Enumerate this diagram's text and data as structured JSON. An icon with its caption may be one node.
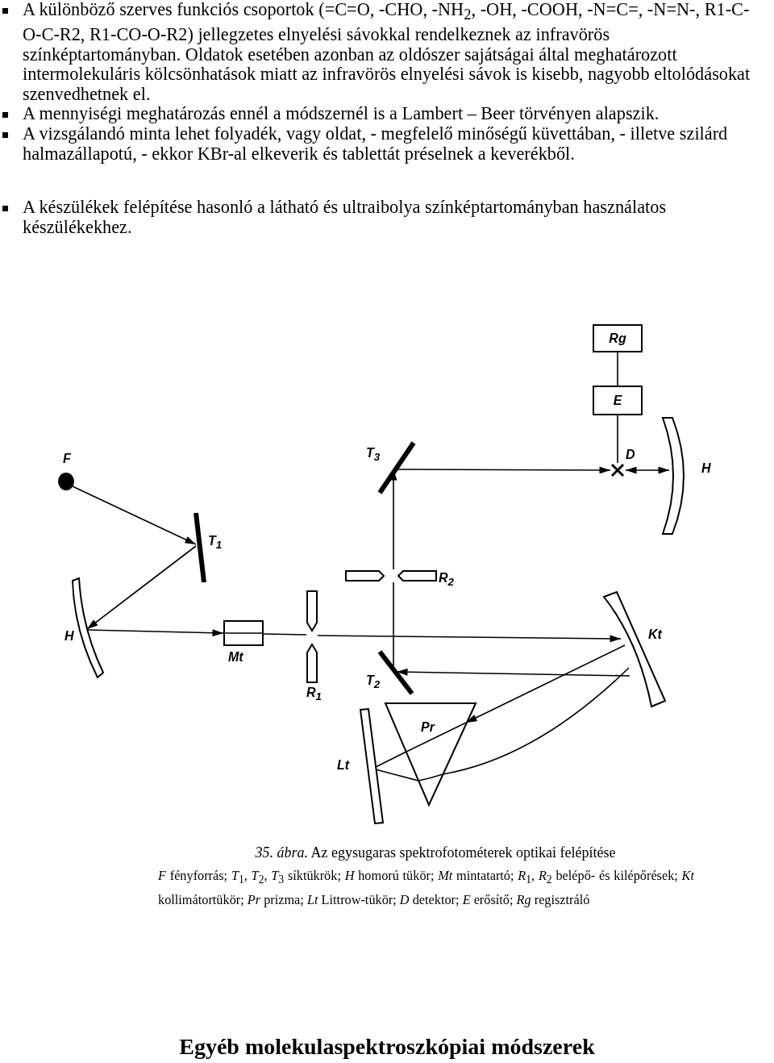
{
  "diagram": {
    "caption": "*35. ábra.* Az egysugaras spektrofotométerek optikai felépítése",
    "nodes": [
      {
        "text": [
          "F"
        ]
      },
      {
        "text": [
          "T$_{1}$"
        ]
      },
      {
        "text": [
          "H"
        ]
      },
      {
        "text": [
          "Mt"
        ]
      },
      {
        "text": [
          "R$_{1}$"
        ]
      },
      {
        "text": [
          "Kt"
        ]
      },
      {
        "text": [
          "Lt"
        ]
      },
      {
        "text": [
          "Pr"
        ]
      },
      {
        "text": [
          "T$_{2}$"
        ]
      },
      {
        "text": [
          "R$_{2}$"
        ]
      },
      {
        "text": [
          "T$_{3}$"
        ]
      },
      {
        "text": [
          "D"
        ]
      },
      {
        "text": [
          "H"
        ]
      },
      {
        "text": [
          "E"
        ]
      },
      {
        "text": [
          "Rg"
        ]
      }
    ],
    "edges": [
      {
        "from": 0,
        "to": 1,
        "arrow": "to"
      },
      {
        "from": 1,
        "to": 2,
        "arrow": "to"
      },
      {
        "from": 2,
        "to": 3,
        "arrow": "to"
      },
      {
        "from": 3,
        "to": 4,
        "arrow": "none"
      },
      {
        "from": 4,
        "to": 5,
        "arrow": "to"
      },
      {
        "from": 5,
        "to": 7,
        "arrow": "to"
      },
      {
        "from": 7,
        "to": 6,
        "arrow": "none"
      },
      {
        "from": 6,
        "to": 7,
        "arrow": "none"
      },
      {
        "from": 7,
        "to": 5,
        "arrow": "none"
      },
      {
        "from": 5,
        "to": 8,
        "arrow": "to"
      },
      {
        "from": 8,
        "to": 9,
        "arrow": "none"
      },
      {
        "from": 9,
        "to": 10,
        "arrow": "to"
      },
      {
        "from": 10,
        "to": 11,
        "arrow": "to"
      },
      {
        "from": 11,
        "to": 12,
        "arrow": "both"
      },
      {
        "from": 13,
        "to": 11,
        "arrow": "none"
      },
      {
        "from": 14,
        "to": 13,
        "arrow": "none"
      }
    ],
    "labels": [
      "A különböző szerves funkciós csoportok (=C=O, -CHO, -NH$_{2}$, -OH,  -COOH, -N=C=, -N=N-, R1-C-O-C-R2, R1-CO-O-R2) jellegzetes elnyelési sávokkal rendelkeznek az infravörös színképtartományban. Oldatok esetében azonban az oldószer sajátságai által meghatározott intermolekuláris kölcsönhatások miatt az infravörös elnyelési sávok is kisebb, nagyobb eltolódásokat szenvedhetnek el.",
      "A mennyiségi meghatározás ennél a módszernél is a Lambert – Beer törvényen alapszik.",
      "A vizsgálandó minta lehet folyadék, vagy oldat, - megfelelő minőségű küvettában, - illetve szilárd halmazállapotú, - ekkor KBr-al elkeverik és tablettát préselnek a keverékből.",
      "A készülékek felépítése hasonló a látható és ultraibolya színképtartományban használatos készülékekhez.",
      "*F* fényforrás; *T*$_{1}$, *T*$_{2}$, *T*$_{3}$ síktükrök; *H* homorú tükör; *Mt* mintatartó; *R*$_{1}$, *R*$_{2}$ belépő- és kilépőrések; *Kt* kollimátortükör; *Pr* prizma; *Lt* Littrow-tükör; *D* detektor; *E* erősítő; *Rg* regisztráló",
      "Egyéb molekulaspektroszkópiai módszerek"
    ]
  }
}
